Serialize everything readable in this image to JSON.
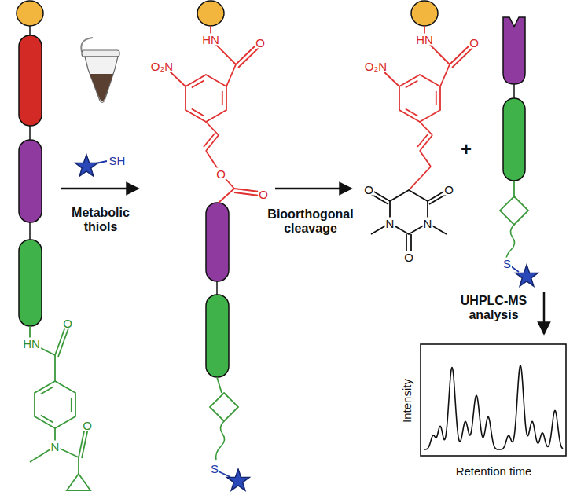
{
  "diagram": {
    "labels": [
      "HN",
      "O",
      "N",
      "O",
      "SH",
      "Metabolic thiols",
      "HN",
      "O",
      "O₂N",
      "O",
      "O",
      "S",
      "Bioorthogonal cleavage",
      "HN",
      "O",
      "O₂N",
      "O",
      "N",
      "O",
      "N",
      "O",
      "+",
      "S",
      "UHPLC-MS analysis",
      "Intensity",
      "Retention time"
    ]
  }
}
